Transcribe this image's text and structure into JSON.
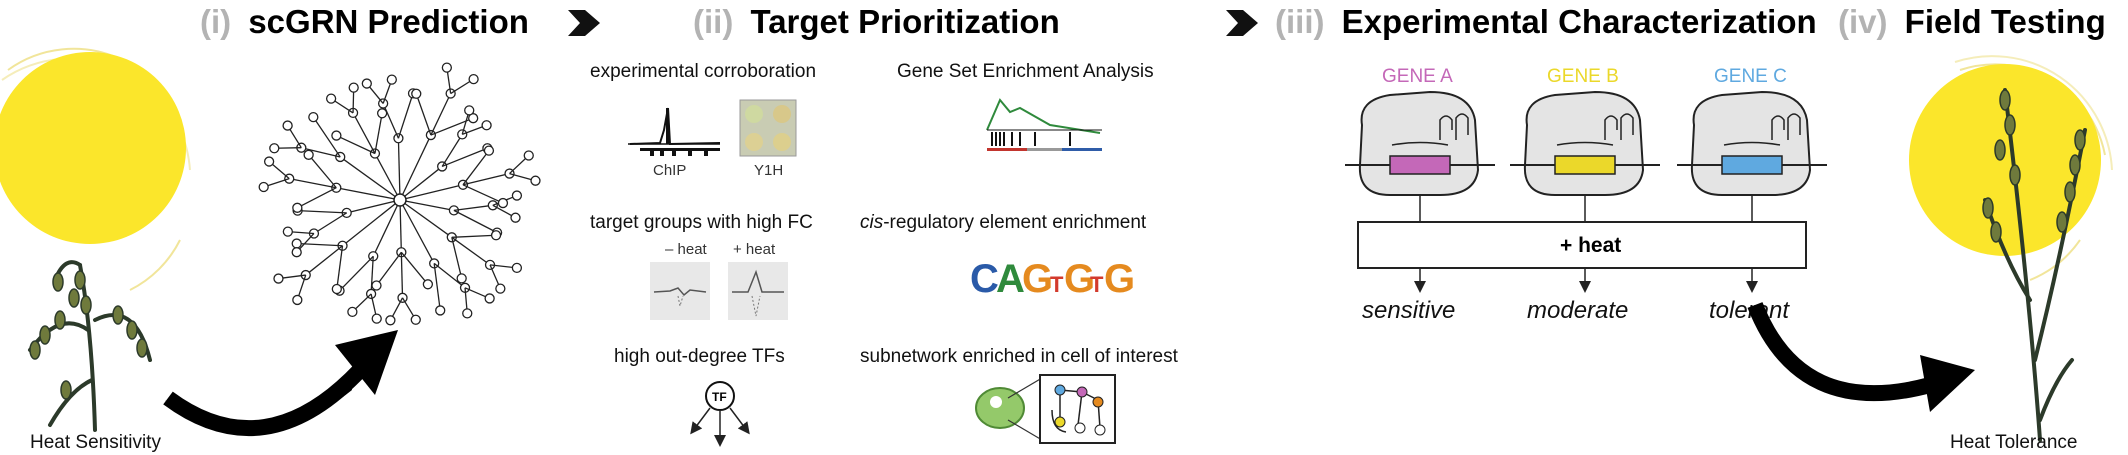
{
  "sections": [
    {
      "num": "(i)",
      "title": "scGRN Prediction"
    },
    {
      "num": "(ii)",
      "title": "Target Prioritization"
    },
    {
      "num": "(iii)",
      "title": "Experimental Characterization"
    },
    {
      "num": "(iv)",
      "title": "Field Testing"
    }
  ],
  "panel1": {
    "plant_label": "Heat Sensitivity"
  },
  "panel2": {
    "corroboration": {
      "title": "experimental corroboration",
      "chip": "ChIP",
      "y1h": "Y1H"
    },
    "gsea": {
      "title": "Gene Set Enrichment Analysis"
    },
    "high_fc": {
      "title": "target groups with high FC",
      "minus": "– heat",
      "plus": "+ heat"
    },
    "cre": {
      "title_italic": "cis",
      "title_rest": "-regulatory element enrichment",
      "motif": [
        "C",
        "A",
        "G",
        "T",
        "G",
        "T",
        "G"
      ]
    },
    "outdegree": {
      "title": "high out-degree TFs",
      "node": "TF"
    },
    "subnetwork": {
      "title": "subnetwork enriched in cell of interest"
    }
  },
  "panel3": {
    "genes": [
      {
        "label": "GENE A",
        "color": "#c468b8",
        "outcome": "sensitive"
      },
      {
        "label": "GENE B",
        "color": "#ebd82a",
        "outcome": "moderate"
      },
      {
        "label": "GENE C",
        "color": "#5fa9e0",
        "outcome": "tolerant"
      }
    ],
    "treatment": "+ heat"
  },
  "panel4": {
    "plant_label": "Heat Tolerance"
  },
  "colors": {
    "sun": "#fbe62b",
    "plant": "#2c3a2a",
    "arrow": "#000000",
    "gray_header": "#b3b3b3"
  }
}
